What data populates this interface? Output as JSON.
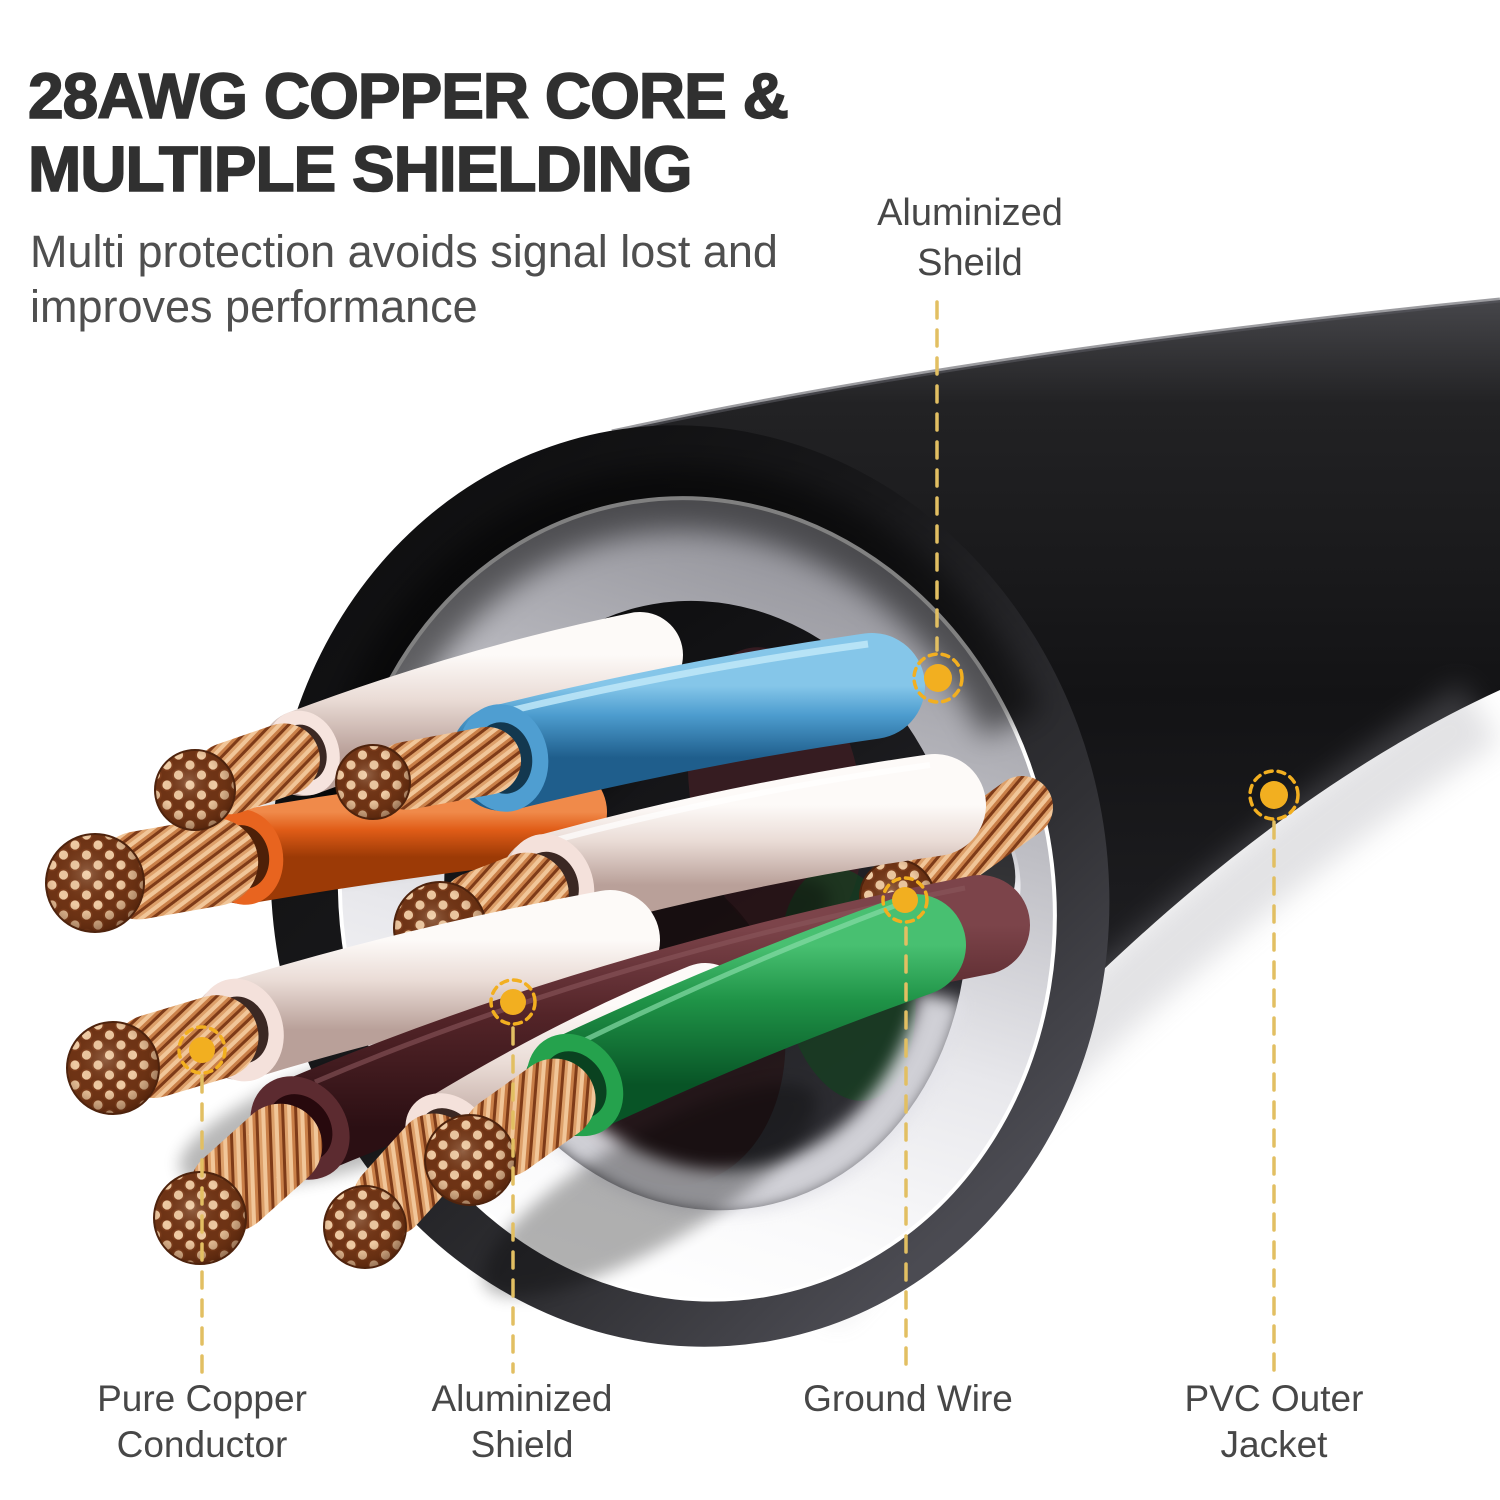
{
  "header": {
    "title_line1": "28AWG COPPER CORE &",
    "title_line2": "MULTIPLE SHIELDING",
    "subtitle_line1": "Multi protection avoids signal lost and",
    "subtitle_line2": "improves performance"
  },
  "callouts": {
    "aluminized_shield_top": {
      "line1": "Aluminized",
      "line2": "Sheild"
    },
    "pure_copper_conductor": {
      "line1": "Pure Copper",
      "line2": "Conductor"
    },
    "aluminized_shield_bottom": {
      "line1": "Aluminized",
      "line2": "Shield"
    },
    "ground_wire": {
      "line1": "Ground Wire"
    },
    "pvc_outer_jacket": {
      "line1": "PVC Outer",
      "line2": "Jacket"
    }
  },
  "colors": {
    "accent_callout": "#F2AF20",
    "callout_line": "#E2BF62",
    "title_text": "#303030",
    "subtitle_text": "#4F4F4F",
    "label_text": "#474747",
    "jacket_black": "#1B1B1D",
    "shield_silver": "#D8D8DC",
    "copper": "#C27B48",
    "wire_blue": "#4D9DCF",
    "wire_green": "#1F9347",
    "wire_orange": "#E05C17",
    "wire_brown": "#532428",
    "wire_white": "#EADCD6"
  },
  "illustration": {
    "subject": "network cable cutaway",
    "wires": [
      {
        "name": "white-pair-wire-a",
        "color_key": "wire_white"
      },
      {
        "name": "orange-wire",
        "color_key": "wire_orange"
      },
      {
        "name": "blue-wire",
        "color_key": "wire_blue"
      },
      {
        "name": "white-pair-wire-b",
        "color_key": "wire_white"
      },
      {
        "name": "white-pair-wire-c",
        "color_key": "wire_white"
      },
      {
        "name": "brown-wire",
        "color_key": "wire_brown"
      },
      {
        "name": "white-pair-wire-d",
        "color_key": "wire_white"
      },
      {
        "name": "green-wire",
        "color_key": "wire_green"
      },
      {
        "name": "ground-wire-bare-copper",
        "color_key": "copper"
      }
    ]
  }
}
